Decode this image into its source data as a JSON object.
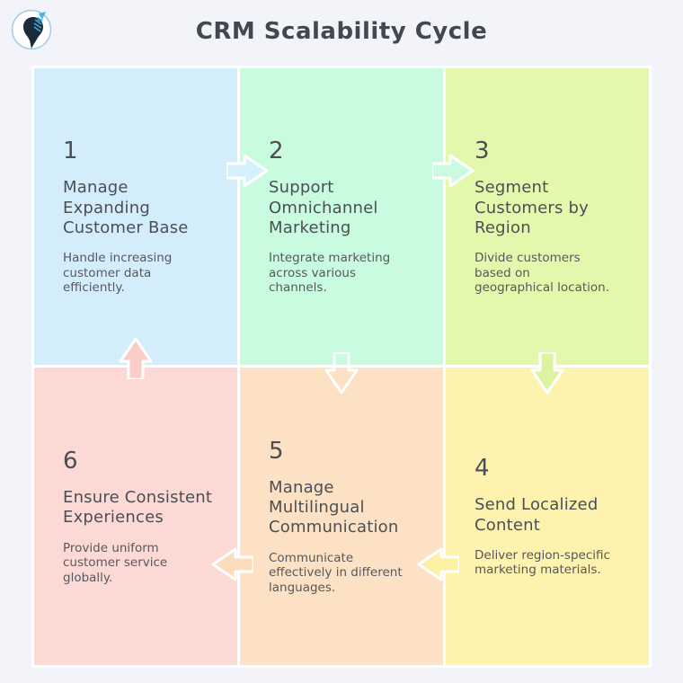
{
  "header": {
    "title": "CRM Scalability Cycle",
    "logo": "head-with-butterfly-logo"
  },
  "colors": {
    "page_background": "#f3f4f9",
    "board_border": "#ffffff",
    "title_text": "#45474e",
    "panel_text": "#4b4f55",
    "arrow_outline": "#ffffff"
  },
  "panels": [
    {
      "number": "1",
      "title": "Manage\nExpanding\nCustomer Base",
      "description": "Handle increasing\ncustomer data\nefficiently.",
      "color": "#d3eefa"
    },
    {
      "number": "2",
      "title": "Support\nOmnichannel\nMarketing",
      "description": "Integrate marketing\nacross various\nchannels.",
      "color": "#c9fbde"
    },
    {
      "number": "3",
      "title": "Segment\nCustomers by\nRegion",
      "description": "Divide customers\nbased on\ngeographical location.",
      "color": "#e4f8ad"
    },
    {
      "number": "4",
      "title": "Send Localized\nContent",
      "description": "Deliver region-specific\nmarketing materials.",
      "color": "#fdf3ae"
    },
    {
      "number": "5",
      "title": "Manage\nMultilingual\nCommunication",
      "description": "Communicate\neffectively in different\nlanguages.",
      "color": "#fde1c4"
    },
    {
      "number": "6",
      "title": "Ensure Consistent\nExperiences",
      "description": "Provide uniform\ncustomer service\nglobally.",
      "color": "#fdd9d5"
    }
  ],
  "arrows": [
    {
      "from": "1",
      "to": "2",
      "direction": "right",
      "fill": "#d6f0fc"
    },
    {
      "from": "2",
      "to": "3",
      "direction": "right",
      "fill": "#cbfbdf"
    },
    {
      "from": "3",
      "to": "4",
      "direction": "down",
      "fill": "#def3a1"
    },
    {
      "from": "2",
      "to": "5",
      "direction": "down",
      "fill": "none"
    },
    {
      "from": "4",
      "to": "5",
      "direction": "left",
      "fill": "#fcf0a2"
    },
    {
      "from": "5",
      "to": "6",
      "direction": "left",
      "fill": "#fbdcbc"
    },
    {
      "from": "6",
      "to": "1",
      "direction": "up",
      "fill": "#f9cdc8"
    }
  ]
}
